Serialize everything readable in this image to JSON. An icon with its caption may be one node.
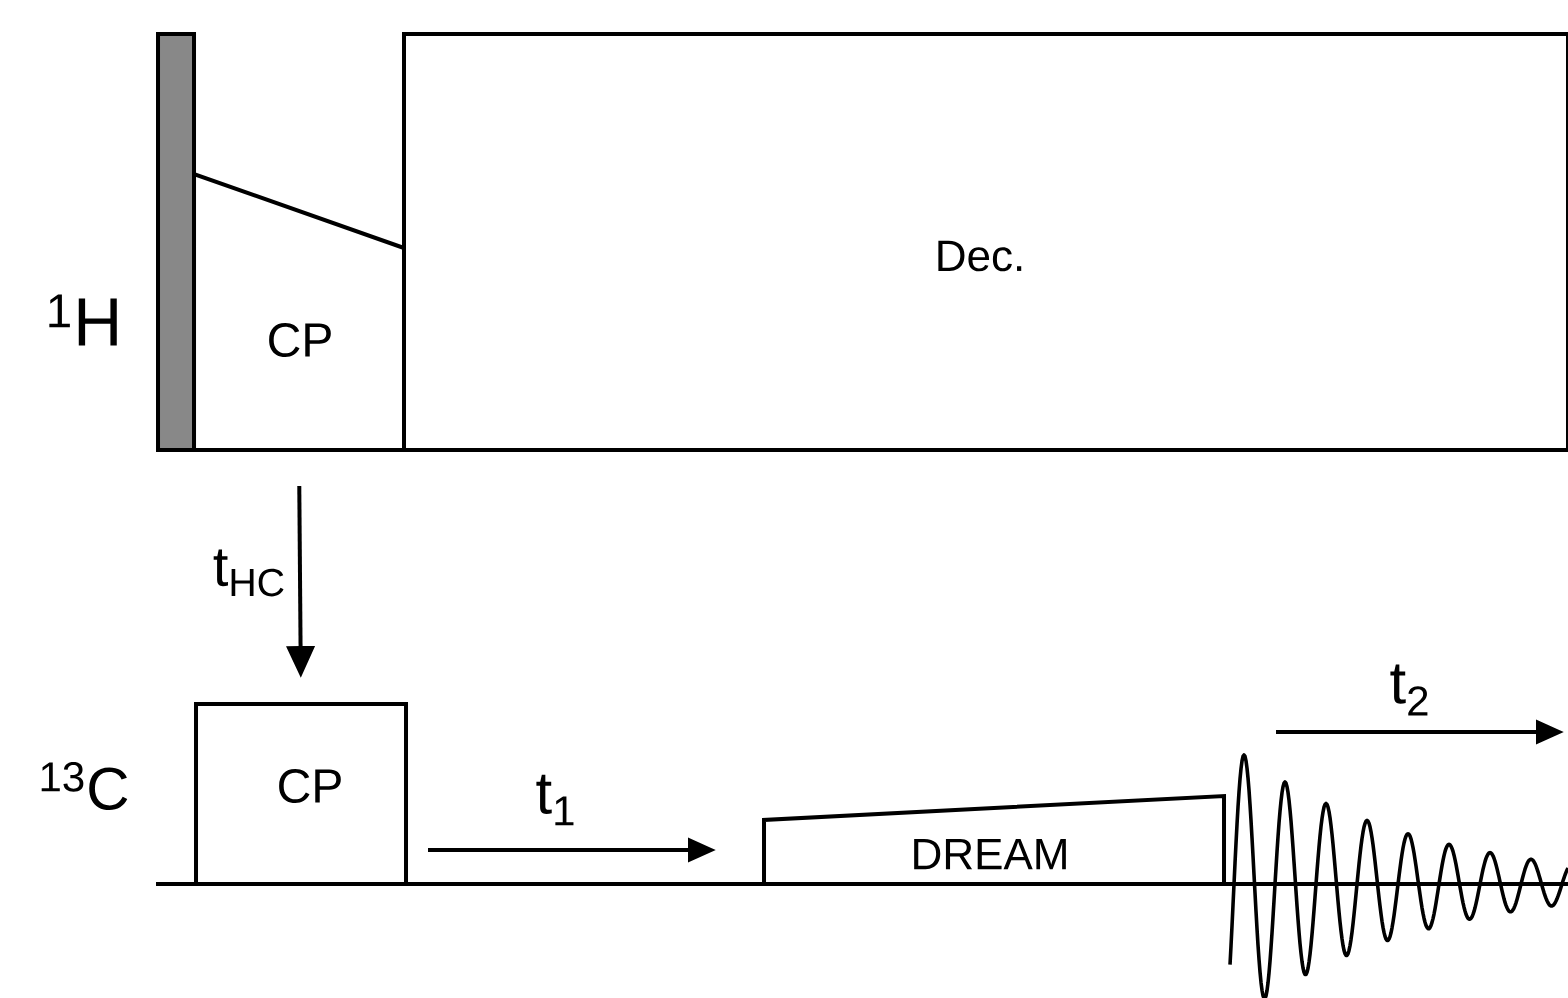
{
  "diagram": {
    "nodes": [
      {
        "text": [],
        "shape": "bar"
      },
      {
        "text": [
          "CP"
        ]
      },
      {
        "text": [
          "Dec."
        ]
      },
      {
        "text": [
          "CP"
        ]
      },
      {
        "text": [
          "DREAM"
        ]
      }
    ],
    "edges": [
      {
        "from": 1,
        "to": 3,
        "arrow": "to",
        "label": "t$_{HC}$"
      }
    ],
    "labels": [
      "$^{1}$H",
      "$^{13}$C",
      "t$_{1}$",
      "t$_{2}$"
    ]
  }
}
